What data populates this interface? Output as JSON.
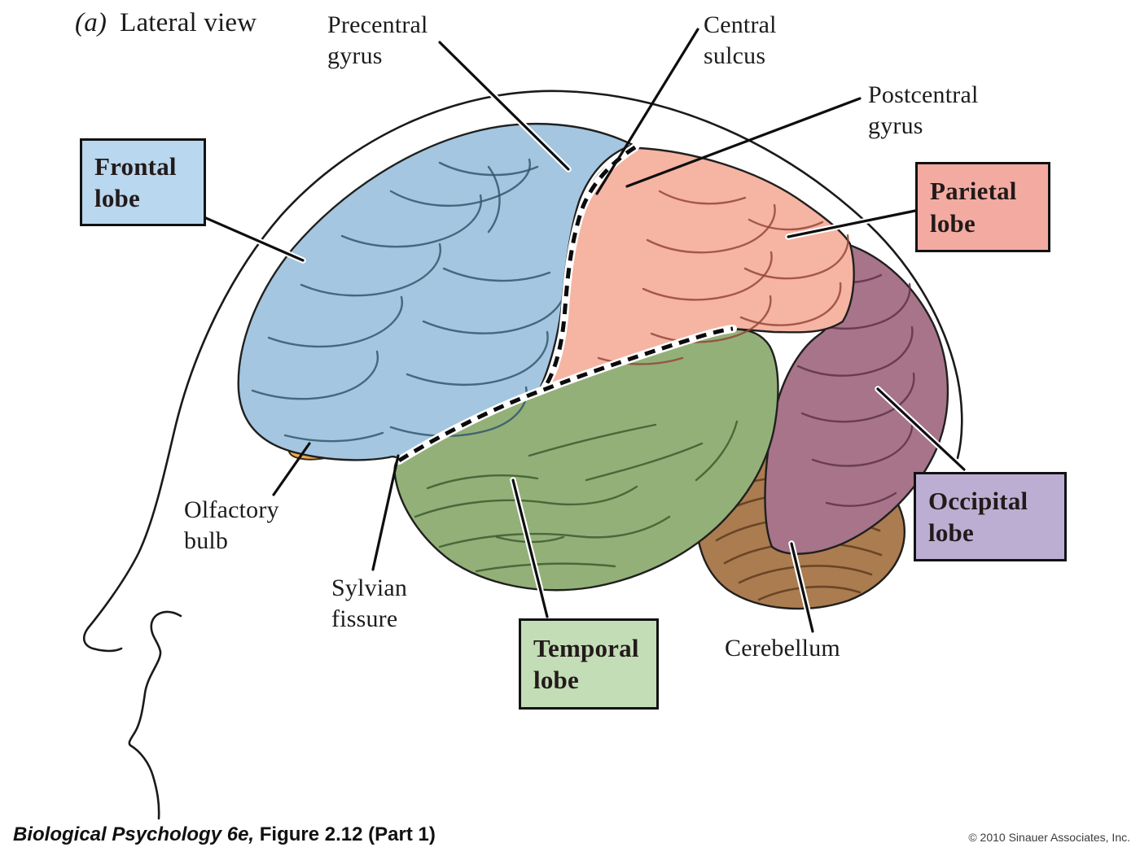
{
  "panel": {
    "letter": "(a)",
    "title": "Lateral view"
  },
  "labels": {
    "precentral_gyrus": "Precentral\ngyrus",
    "central_sulcus": "Central\nsulcus",
    "postcentral_gyrus": "Postcentral\ngyrus",
    "olfactory_bulb": "Olfactory\nbulb",
    "sylvian_fissure": "Sylvian\nfissure",
    "cerebellum": "Cerebellum"
  },
  "lobe_boxes": {
    "frontal": {
      "label": "Frontal\nlobe",
      "fill": "#b9d7ee"
    },
    "parietal": {
      "label": "Parietal\nlobe",
      "fill": "#f3aba1"
    },
    "occipital": {
      "label": "Occipital\nlobe",
      "fill": "#bcaed3"
    },
    "temporal": {
      "label": "Temporal\nlobe",
      "fill": "#c3ddb6"
    }
  },
  "anatomy": {
    "frontal_fill": "#a4c6e0",
    "parietal_fill": "#f6b4a3",
    "temporal_fill": "#93b079",
    "occipital_fill": "#a7748a",
    "cerebellum_fill": "#ab7c50",
    "olfactory_fill": "#f2a94c"
  },
  "footer": {
    "book_title": "Biological Psychology 6e,",
    "figure_ref": " Figure 2.12 (Part 1)",
    "copyright": "© 2010 Sinauer Associates, Inc."
  }
}
